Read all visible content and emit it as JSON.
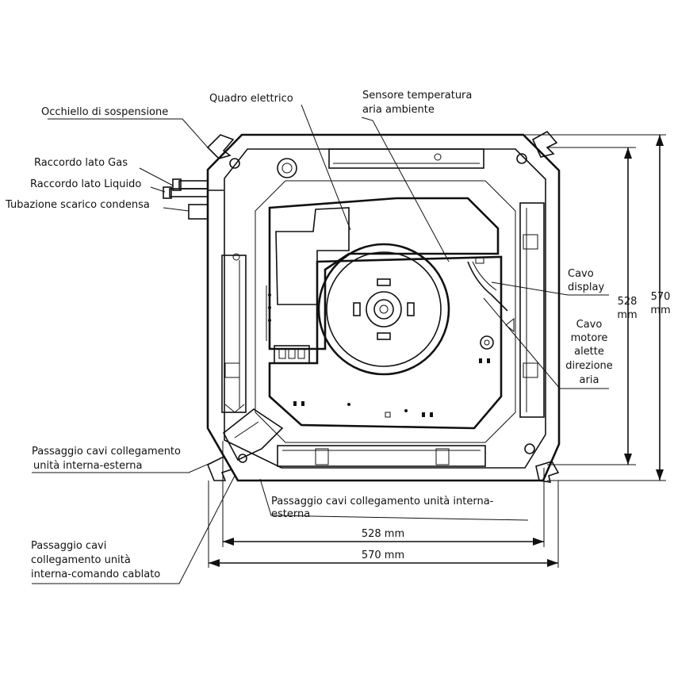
{
  "labels": {
    "suspension_eyelet": "Occhiello di sospensione",
    "gas_fitting": "Raccordo lato Gas",
    "liquid_fitting": "Raccordo lato Liquido",
    "condensate_pipe": "Tubazione scarico condensa",
    "electrical_box": "Quadro elettrico",
    "temp_sensor_line1": "Sensore temperatura",
    "temp_sensor_line2": "aria ambiente",
    "display_cable_line1": "Cavo",
    "display_cable_line2": "display",
    "motor_cable_line1": "Cavo",
    "motor_cable_line2": "motore",
    "motor_cable_line3": "alette",
    "motor_cable_line4": "direzione",
    "motor_cable_line5": "aria",
    "cable_passage_left_line1": "Passaggio cavi collegamento",
    "cable_passage_left_line2": "unità interna-esterna",
    "cable_passage_bottom_line1": "Passaggio cavi collegamento unità interna-",
    "cable_passage_bottom_line2": "esterna",
    "wired_control_line1": "Passaggio cavi",
    "wired_control_line2": "collegamento unità",
    "wired_control_line3": "interna-comando cablato"
  },
  "dimensions": {
    "inner_width": "528 mm",
    "outer_width": "570 mm",
    "inner_height_value": "528",
    "inner_height_unit": "mm",
    "outer_height_value": "570",
    "outer_height_unit": "mm"
  }
}
